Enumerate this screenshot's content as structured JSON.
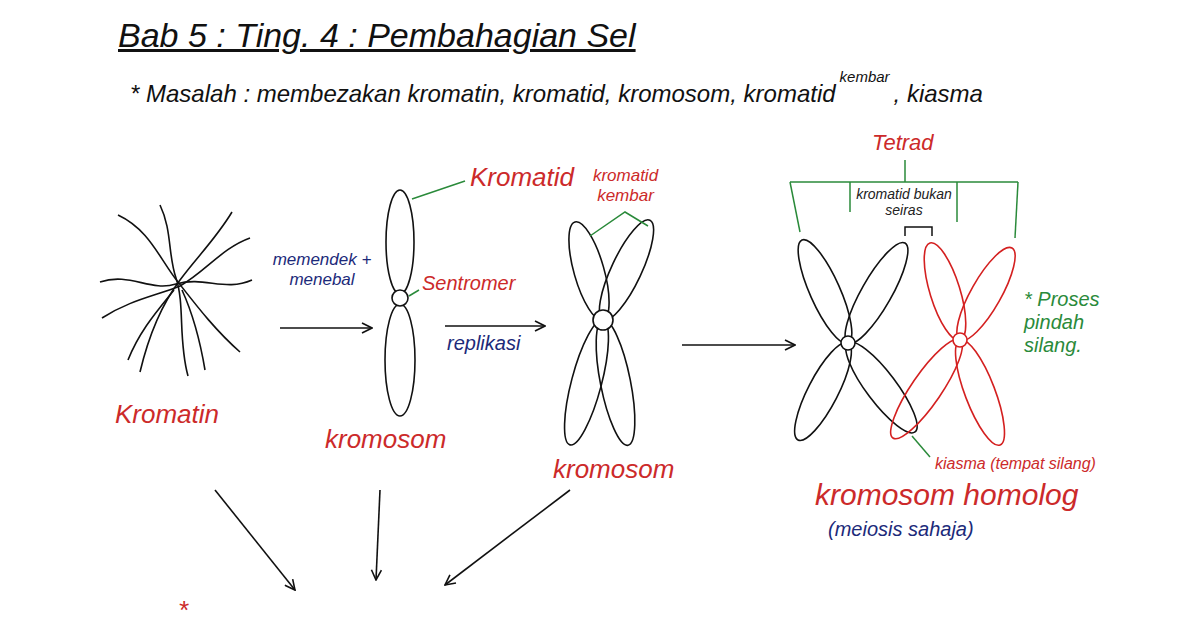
{
  "diagram": {
    "title": "Bab 5 : Ting. 4 : Pembahagian Sel",
    "labels": [
      "* Masalah : membezakan kromatin, kromatid, kromosom, kromatid",
      "kembar",
      ", kiasma",
      "memendek + menebal",
      "Kromatid",
      "Sentromer",
      "kromatid kembar",
      "Tetrad",
      "kromatid bukan seiras",
      "* Proses pindah silang.",
      "replikasi",
      "Kromatin",
      "kromosom",
      "kromosom",
      "kiasma (tempat silang)",
      "kromosom homolog",
      "(meiosis sahaja)",
      "*"
    ]
  }
}
